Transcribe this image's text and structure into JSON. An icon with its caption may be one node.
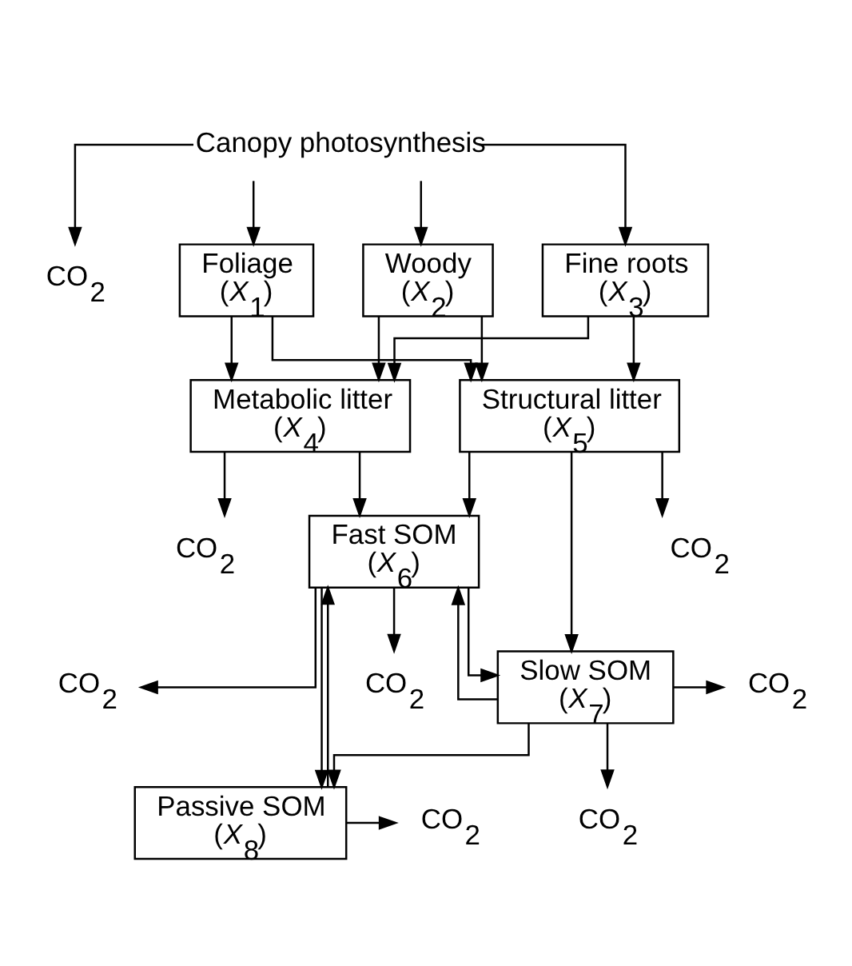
{
  "diagram": {
    "nodes": [
      {
        "text": [
          "Canopy photosynthesis"
        ]
      },
      {
        "text": [
          "CO$_{2}$"
        ]
      },
      {
        "text": [
          "Foliage",
          "(*X*$_{1}$)"
        ]
      },
      {
        "text": [
          "Woody",
          "(*X*$_{2}$)"
        ]
      },
      {
        "text": [
          "Fine roots",
          "(*X*$_{3}$)"
        ]
      },
      {
        "text": [
          "Metabolic litter",
          "(*X*$_{4}$)"
        ]
      },
      {
        "text": [
          "Structural litter",
          "(*X*$_{5}$)"
        ]
      },
      {
        "text": [
          "CO$_{2}$"
        ]
      },
      {
        "text": [
          "Fast SOM",
          "(*X*$_{6}$)"
        ]
      },
      {
        "text": [
          "CO$_{2}$"
        ]
      },
      {
        "text": [
          "CO$_{2}$"
        ]
      },
      {
        "text": [
          "CO$_{2}$"
        ]
      },
      {
        "text": [
          "CO$_{2}$"
        ]
      },
      {
        "text": [
          "Slow SOM",
          "(*X*$_{7}$)"
        ]
      },
      {
        "text": [
          "CO$_{2}$"
        ]
      },
      {
        "text": [
          "CO$_{2}$"
        ]
      },
      {
        "text": [
          "Passive SOM",
          "(*X*$_{8}$)"
        ]
      }
    ],
    "edges": [
      {
        "from": 0,
        "to": 2,
        "arrow": "to"
      },
      {
        "from": 0,
        "to": 3,
        "arrow": "to"
      },
      {
        "from": 0,
        "to": 4,
        "arrow": "to"
      },
      {
        "from": 0,
        "to": 1,
        "arrow": "to"
      },
      {
        "from": 2,
        "to": 5,
        "arrow": "to"
      },
      {
        "from": 3,
        "to": 5,
        "arrow": "to"
      },
      {
        "from": 4,
        "to": 5,
        "arrow": "to"
      },
      {
        "from": 2,
        "to": 6,
        "arrow": "to"
      },
      {
        "from": 3,
        "to": 6,
        "arrow": "to"
      },
      {
        "from": 4,
        "to": 6,
        "arrow": "to"
      },
      {
        "from": 5,
        "to": 8,
        "arrow": "to"
      },
      {
        "from": 5,
        "to": 7,
        "arrow": "to"
      },
      {
        "from": 6,
        "to": 8,
        "arrow": "to"
      },
      {
        "from": 6,
        "to": 13,
        "arrow": "to"
      },
      {
        "from": 6,
        "to": 9,
        "arrow": "to"
      },
      {
        "from": 8,
        "to": 13,
        "arrow": "to"
      },
      {
        "from": 8,
        "to": 10,
        "arrow": "to"
      },
      {
        "from": 8,
        "to": 16,
        "arrow": "to"
      },
      {
        "from": 8,
        "to": 12,
        "arrow": "to"
      },
      {
        "from": 13,
        "to": 8,
        "arrow": "to"
      },
      {
        "from": 13,
        "to": 11,
        "arrow": "to"
      },
      {
        "from": 13,
        "to": 16,
        "arrow": "to"
      },
      {
        "from": 13,
        "to": 15,
        "arrow": "to"
      },
      {
        "from": 16,
        "to": 8,
        "arrow": "to"
      },
      {
        "from": 16,
        "to": 14,
        "arrow": "to"
      }
    ]
  }
}
